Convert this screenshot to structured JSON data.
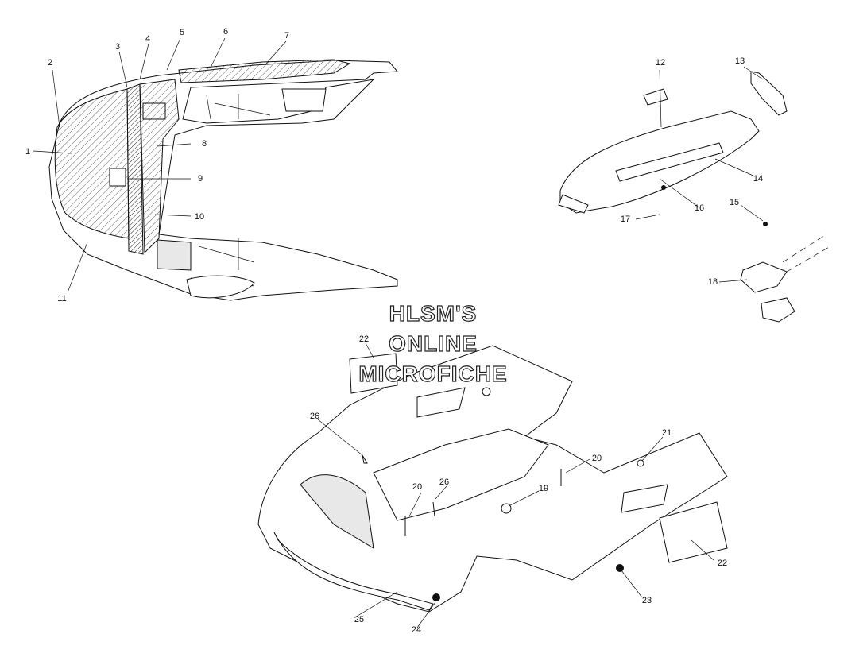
{
  "watermark": [
    "HLSM'S",
    "ONLINE",
    "MICROFICHE"
  ],
  "callouts": [
    "1",
    "2",
    "3",
    "4",
    "5",
    "6",
    "7",
    "8",
    "9",
    "10",
    "11",
    "12",
    "13",
    "14",
    "15",
    "16",
    "17",
    "18",
    "19",
    "20",
    "20",
    "21",
    "22",
    "22",
    "23",
    "24",
    "25",
    "26",
    "26"
  ]
}
